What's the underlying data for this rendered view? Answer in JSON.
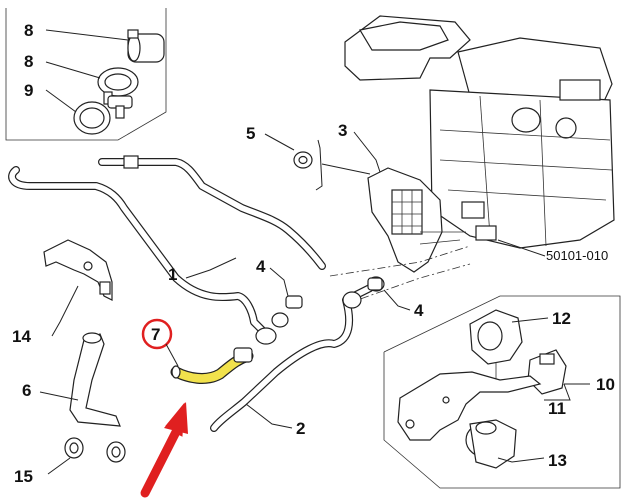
{
  "diagram": {
    "reference_code": "50101-010",
    "highlight_color": "#f2e24c",
    "marker_color": "#e02020",
    "callouts": [
      {
        "id": "c8a",
        "label": "8"
      },
      {
        "id": "c8b",
        "label": "8"
      },
      {
        "id": "c9",
        "label": "9"
      },
      {
        "id": "c5",
        "label": "5"
      },
      {
        "id": "c3",
        "label": "3"
      },
      {
        "id": "c1",
        "label": "1"
      },
      {
        "id": "c4a",
        "label": "4"
      },
      {
        "id": "c4b",
        "label": "4"
      },
      {
        "id": "c14",
        "label": "14"
      },
      {
        "id": "c7",
        "label": "7"
      },
      {
        "id": "c6",
        "label": "6"
      },
      {
        "id": "c2",
        "label": "2"
      },
      {
        "id": "c15",
        "label": "15"
      },
      {
        "id": "c12",
        "label": "12"
      },
      {
        "id": "c10",
        "label": "10"
      },
      {
        "id": "c11",
        "label": "11"
      },
      {
        "id": "c13",
        "label": "13"
      }
    ]
  }
}
